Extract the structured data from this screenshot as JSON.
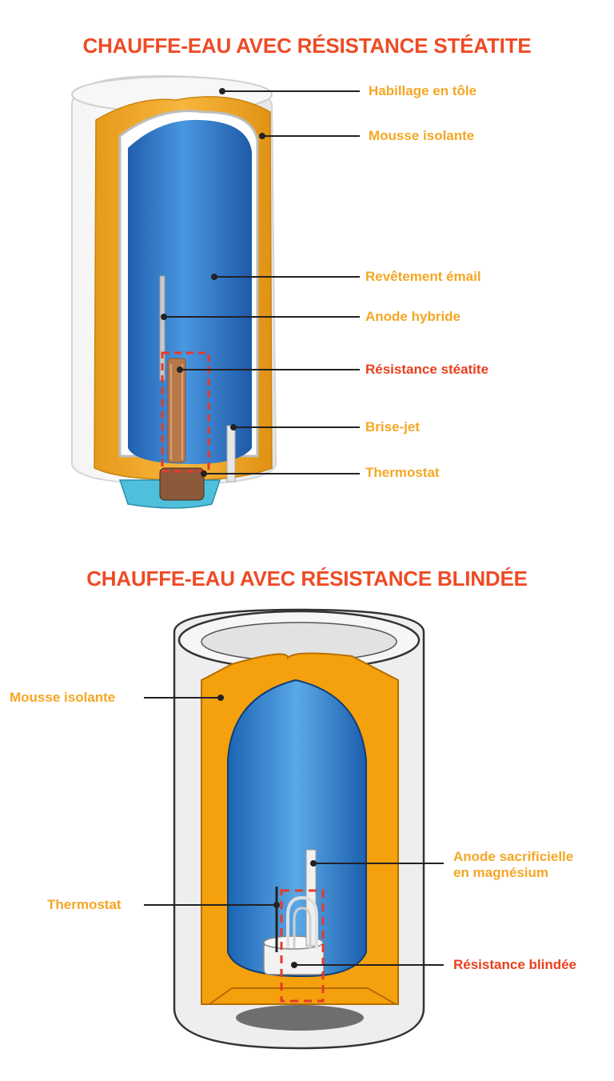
{
  "colors": {
    "title": "#ee4b26",
    "label": "#f5a623",
    "label_highlight": "#e8401c",
    "tank_blue": "#2f7fd0",
    "foam_orange": "#f4a00c",
    "shell_gray": "#eeeeee",
    "leader": "#222222",
    "dashed_box": "#e53a2a"
  },
  "section_steatite": {
    "title": "CHAUFFE-EAU AVEC RÉSISTANCE STÉATITE",
    "labels": {
      "habillage": "Habillage en tôle",
      "mousse": "Mousse isolante",
      "revetement": "Revêtement émail",
      "anode": "Anode hybride",
      "resistance": "Résistance stéatite",
      "brise_jet": "Brise-jet",
      "thermostat": "Thermostat"
    }
  },
  "section_blindee": {
    "title": "CHAUFFE-EAU AVEC RÉSISTANCE BLINDÉE",
    "labels": {
      "mousse": "Mousse isolante",
      "thermostat": "Thermostat",
      "anode": "Anode sacrificielle\nen magnésium",
      "resistance": "Résistance blindée"
    }
  }
}
